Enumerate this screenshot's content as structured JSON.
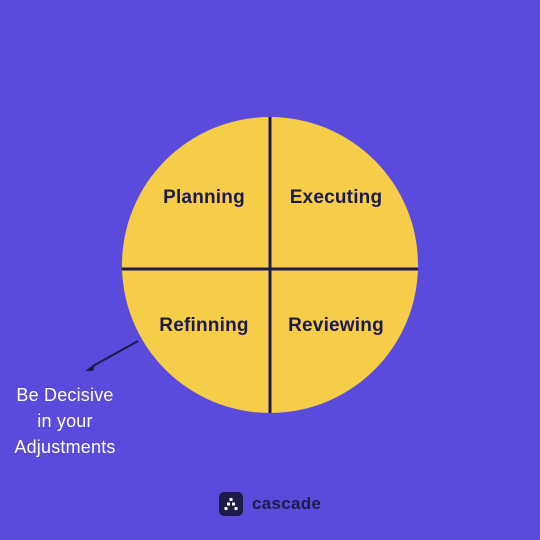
{
  "diagram": {
    "quadrants": {
      "top_left": "Planning",
      "top_right": "Executing",
      "bottom_left": "Refinning",
      "bottom_right": "Reviewing"
    },
    "annotation": {
      "lines": [
        "Be Decisive",
        "in your",
        "Adjustments"
      ]
    }
  },
  "brand": {
    "name": "cascade",
    "logo_icon": "cascade-logo-icon"
  },
  "colors": {
    "background": "#5a4bdc",
    "circle_fill": "#f5cd48",
    "divider": "#1e1b4b",
    "label_text": "#1e1b4b",
    "annotation_text": "#ffffff",
    "brand_mark": "#1e1b4b"
  }
}
